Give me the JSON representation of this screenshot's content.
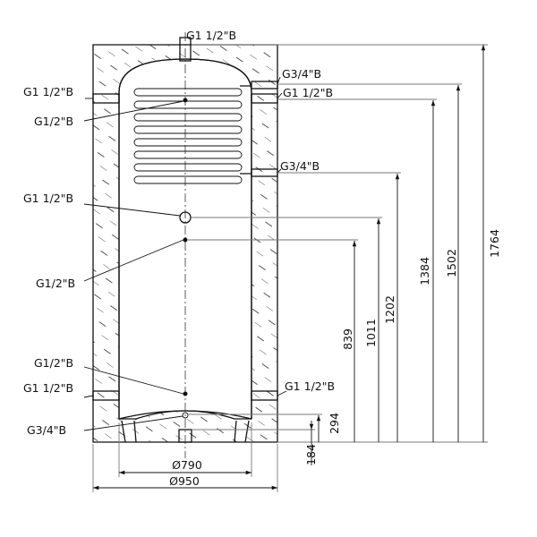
{
  "colors": {
    "line": "#111111",
    "hatch": "#555555",
    "background": "#ffffff"
  },
  "connections": {
    "top": "G1 1/2\"B",
    "top_right": "G3/4\"B",
    "upper_left": "G1 1/2\"B",
    "upper_right": "G1 1/2\"B",
    "coil_left": "G1/2\"B",
    "coil_right": "G3/4\"B",
    "mid_left": "G1 1/2\"B",
    "sensor_left": "G1/2\"B",
    "low_sensor": "G1/2\"B",
    "lower_left": "G1 1/2\"B",
    "lower_right": "G1 1/2\"B",
    "bottom_left": "G3/4\"B"
  },
  "dimensions": {
    "heights": [
      "1764",
      "1502",
      "1384",
      "1202",
      "1011",
      "839",
      "294",
      "184"
    ],
    "inner_diameter": "Ø790",
    "outer_diameter": "Ø950"
  }
}
